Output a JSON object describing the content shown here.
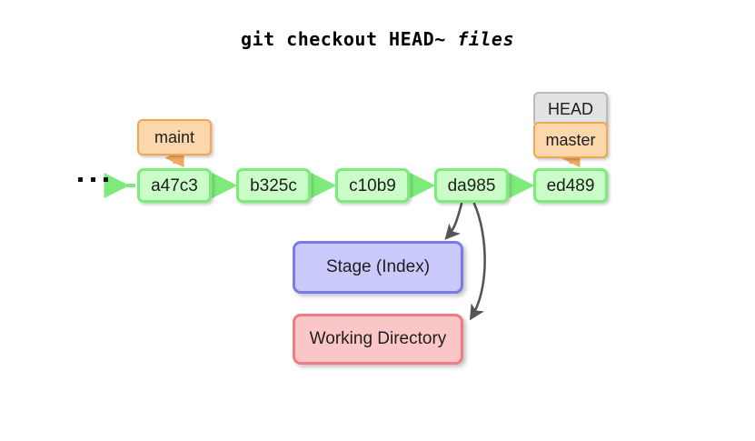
{
  "title": {
    "command": "git checkout HEAD~ ",
    "argument": "files",
    "full": "git checkout HEAD~ files"
  },
  "colors": {
    "commit_fill": "#cbfdc9",
    "commit_border": "#79ed76",
    "branch_fill": "#fcd7ac",
    "branch_border": "#f3a64f",
    "head_fill": "#e2e2e2",
    "head_border": "#bbbbbb",
    "stage_fill": "#c9c9fb",
    "stage_border": "#7a7ae8",
    "working_fill": "#fbc6c8",
    "working_border": "#ef7c82",
    "commit_arrow": "#7ceb79",
    "branch_arrow": "#f0a95e",
    "action_arrow": "#555555"
  },
  "graph": {
    "ellipsis": "...",
    "commits": [
      {
        "id": "a47c3"
      },
      {
        "id": "b325c"
      },
      {
        "id": "c10b9"
      },
      {
        "id": "da985"
      },
      {
        "id": "ed489"
      }
    ],
    "refs": [
      {
        "label": "maint",
        "type": "branch",
        "points_to": "a47c3"
      },
      {
        "label": "HEAD",
        "type": "head",
        "points_to": "master"
      },
      {
        "label": "master",
        "type": "branch",
        "points_to": "ed489"
      }
    ],
    "areas": [
      {
        "label": "Stage (Index)",
        "name": "stage-index"
      },
      {
        "label": "Working Directory",
        "name": "working-directory"
      }
    ],
    "action_arrows": [
      {
        "from": "da985",
        "to": "Stage (Index)"
      },
      {
        "from": "da985",
        "to": "Working Directory"
      }
    ]
  }
}
